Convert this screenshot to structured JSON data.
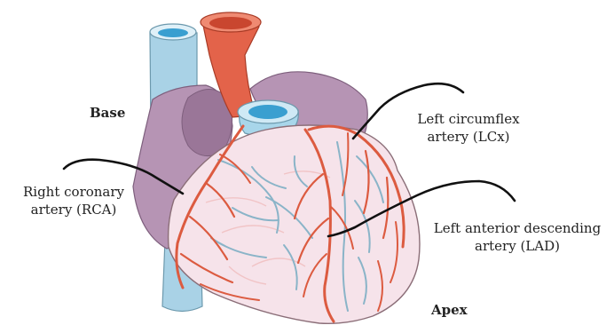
{
  "labels": {
    "base": "Base",
    "apex": "Apex",
    "rca": [
      "Right coronary",
      "artery (RCA)"
    ],
    "lcx": [
      "Left circumflex",
      "artery (LCx)"
    ],
    "lad": [
      "Left anterior descending",
      "artery (LAD)"
    ]
  },
  "colors": {
    "background": "#ffffff",
    "label_text": "#222222",
    "leader_line": "#111111",
    "vena_cava": "#a9d2e6",
    "vena_cava_lumen": "#3a9fd0",
    "aorta": "#e3634a",
    "aorta_lumen": "#c9462f",
    "pulmonary_trunk": "#a8d6ea",
    "atrium_purple": "#b694b4",
    "atrium_dark": "#9a7698",
    "ventricle_pink": "#f6e3ea",
    "artery_red": "#dc5b40",
    "vein_blue": "#8ab4c8"
  },
  "icons": [
    "heart-illustration"
  ]
}
